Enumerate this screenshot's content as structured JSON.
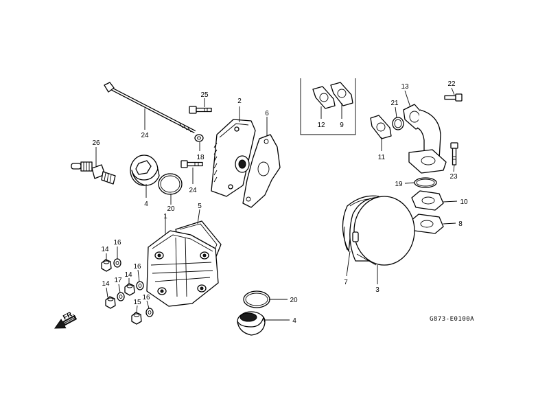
{
  "diagram": {
    "drawing_code": "G873-E0100A",
    "front_indicator": "FR.",
    "callouts": {
      "c1": "1",
      "c2": "2",
      "c3": "3",
      "c4a": "4",
      "c4b": "4",
      "c5": "5",
      "c6": "6",
      "c7": "7",
      "c8": "8",
      "c9": "9",
      "c10": "10",
      "c11": "11",
      "c12": "12",
      "c13": "13",
      "c14a": "14",
      "c14b": "14",
      "c14c": "14",
      "c15": "15",
      "c16a": "16",
      "c16b": "16",
      "c16c": "16",
      "c17": "17",
      "c18": "18",
      "c19": "19",
      "c20a": "20",
      "c20b": "20",
      "c21": "21",
      "c22": "22",
      "c23": "23",
      "c24a": "24",
      "c24b": "24",
      "c25": "25",
      "c26": "26"
    }
  }
}
